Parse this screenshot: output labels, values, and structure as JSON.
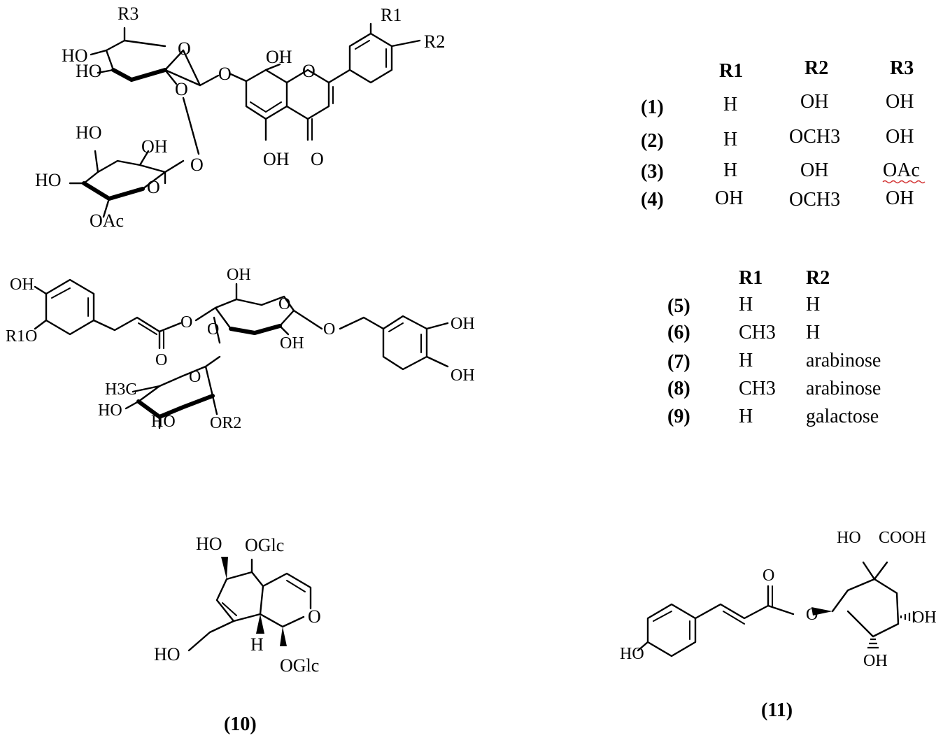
{
  "structures": {
    "flavone": {
      "labels": [
        "R3",
        "HO",
        "HO",
        "O",
        "O",
        "O",
        "OH",
        "O",
        "R1",
        "R2",
        "HO",
        "OH",
        "O",
        "HO",
        "O",
        "OAc",
        "OH",
        "O"
      ]
    },
    "phenylethanoid": {
      "labels": [
        "OH",
        "R1O",
        "O",
        "O",
        "OH",
        "O",
        "OH",
        "O",
        "OH",
        "OH",
        "H3C",
        "O",
        "HO",
        "HO",
        "OR2",
        "O"
      ]
    },
    "compound10": {
      "labels": [
        "HO",
        "OGlc",
        "O",
        "HO",
        "H",
        "OGlc"
      ],
      "id_label": "(10)"
    },
    "compound11": {
      "labels": [
        "HO",
        "COOH",
        "O",
        "O",
        "HO",
        "OH",
        "OH"
      ],
      "id_label": "(11)"
    }
  },
  "table1": {
    "headers": [
      "R1",
      "R2",
      "R3"
    ],
    "rows": [
      {
        "id": "(1)",
        "r1": "H",
        "r2": "OH",
        "r3": "OH"
      },
      {
        "id": "(2)",
        "r1": "H",
        "r2": "OCH3",
        "r3": "OH"
      },
      {
        "id": "(3)",
        "r1": "H",
        "r2": "OH",
        "r3": "OAc"
      },
      {
        "id": "(4)",
        "r1": "OH",
        "r2": "OCH3",
        "r3": "OH"
      }
    ]
  },
  "table2": {
    "headers": [
      "R1",
      "R2"
    ],
    "rows": [
      {
        "id": "(5)",
        "r1": "H",
        "r2": "H"
      },
      {
        "id": "(6)",
        "r1": "CH3",
        "r2": "H"
      },
      {
        "id": "(7)",
        "r1": "H",
        "r2": "arabinose"
      },
      {
        "id": "(8)",
        "r1": "CH3",
        "r2": "arabinose"
      },
      {
        "id": "(9)",
        "r1": "H",
        "r2": "galactose"
      }
    ]
  }
}
